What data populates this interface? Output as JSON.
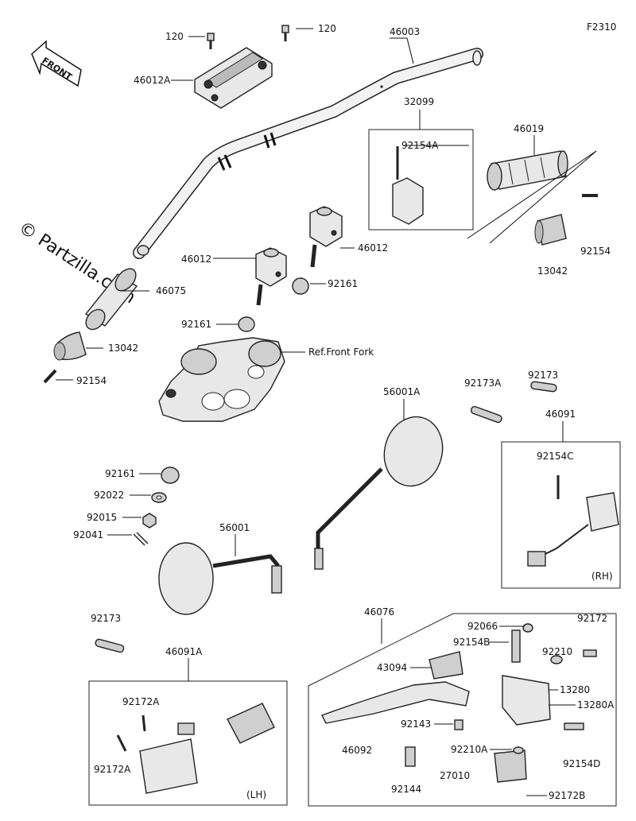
{
  "figure_code": "F2310",
  "front_arrow_label": "FRONT",
  "watermark": "© Partzilla.com",
  "box_labels": {
    "rh": "(RH)",
    "lh": "(LH)"
  },
  "labels": {
    "p120a": "120",
    "p120b": "120",
    "p46003": "46003",
    "p46012a": "46012A",
    "p32099": "32099",
    "p92154a": "92154A",
    "p46019": "46019",
    "p92154_r": "92154",
    "p13042_r": "13042",
    "p46012_l": "46012",
    "p46012_r": "46012",
    "p92161_a": "92161",
    "p46075": "46075",
    "p92161_b": "92161",
    "p13042_l": "13042",
    "p92154_l": "92154",
    "pfrontfork": "Ref.Front Fork",
    "p92173_r": "92173",
    "p92173a": "92173A",
    "p56001a": "56001A",
    "p46091": "46091",
    "p92154c": "92154C",
    "p92161_c": "92161",
    "p92022": "92022",
    "p92015": "92015",
    "p92041": "92041",
    "p56001": "56001",
    "p92173_l": "92173",
    "p46076": "46076",
    "p92066": "92066",
    "p92172": "92172",
    "p92154b": "92154B",
    "p92210": "92210",
    "p43094": "43094",
    "p13280": "13280",
    "p13280a": "13280A",
    "p46091a": "46091A",
    "p92172a_1": "92172A",
    "p92172a_2": "92172A",
    "p92143": "92143",
    "p46092": "46092",
    "p92210a": "92210A",
    "p92154d": "92154D",
    "p27010": "27010",
    "p92144": "92144",
    "p92172b": "92172B"
  }
}
